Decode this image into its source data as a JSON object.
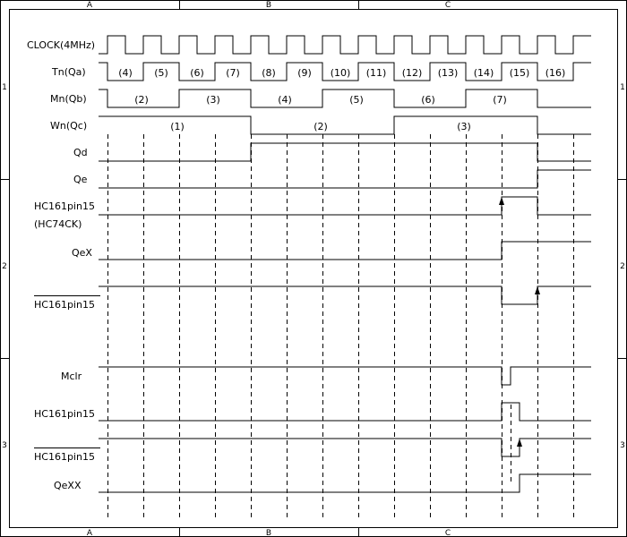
{
  "zones": {
    "columns": [
      "A",
      "B",
      "C"
    ],
    "rows": [
      "1",
      "2",
      "3"
    ]
  },
  "signals": {
    "clock": "CLOCK(4MHz)",
    "tn": "Tn(Qa)",
    "mn": "Mn(Qb)",
    "wn": "Wn(Qc)",
    "qd": "Qd",
    "qe": "Qe",
    "hc161_pin15_a": "HC161pin15",
    "hc74ck": "(HC74CK)",
    "qex": "QeX",
    "hc161_pin15_bar_a": "HC161pin15",
    "mclr": "Mclr",
    "hc161_pin15_b": "HC161pin15",
    "hc161_pin15_bar_b": "HC161pin15",
    "qexx": "QeXX"
  },
  "tn_counts": [
    "(4)",
    "(5)",
    "(6)",
    "(7)",
    "(8)",
    "(9)",
    "(10)",
    "(11)",
    "(12)",
    "(13)",
    "(14)",
    "(15)",
    "(16)"
  ],
  "mn_counts": [
    "(2)",
    "(3)",
    "(4)",
    "(5)",
    "(6)",
    "(7)"
  ],
  "wn_counts": [
    "(1)",
    "(2)",
    "(3)"
  ]
}
